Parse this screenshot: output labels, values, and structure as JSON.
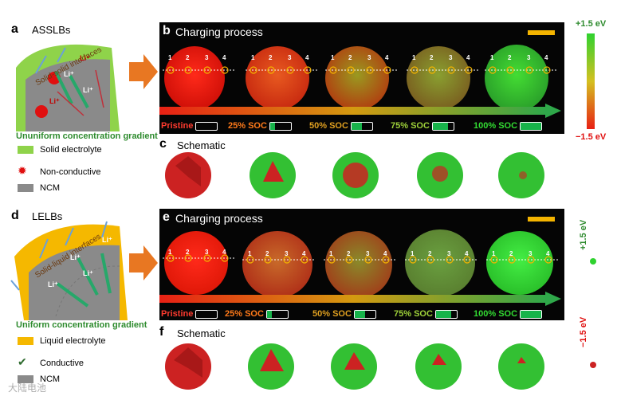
{
  "top": {
    "a_label": "a",
    "a_title": "ASSLBs",
    "interface_text": "Solid-solid interfaces",
    "li_marks": [
      "Li⁺",
      "Li⁺",
      "Li⁺",
      "Li⁺"
    ],
    "gradient_text": "Ununiform concentration gradient",
    "legend": [
      "Solid electrolyte",
      "Non-conductive",
      "NCM"
    ],
    "b_label": "b",
    "b_title": "Charging process",
    "c_label": "c",
    "c_title": "Schematic",
    "colorbar": {
      "max": "+1.5 eV",
      "min": "−1.5 eV"
    }
  },
  "bottom": {
    "d_label": "d",
    "d_title": "LELBs",
    "interface_text": "Solid-liquid interfaces",
    "li_marks": [
      "Li⁺",
      "Li⁺",
      "Li⁺",
      "Li⁺"
    ],
    "gradient_text": "Uniform concentration gradient",
    "legend": [
      "Liquid electrolyte",
      "Conductive",
      "NCM"
    ],
    "e_label": "e",
    "e_title": "Charging process",
    "f_label": "f",
    "f_title": "Schematic",
    "colorbar": {
      "max": "+1.5 eV",
      "min": "−1.5 eV"
    }
  },
  "soc_steps": [
    {
      "label": "Pristine",
      "color": "#ff3b2f",
      "fill": 0
    },
    {
      "label": "25% SOC",
      "color": "#ff7a1a",
      "fill": 0.25
    },
    {
      "label": "50% SOC",
      "color": "#e0a020",
      "fill": 0.5
    },
    {
      "label": "75% SOC",
      "color": "#9fd23a",
      "fill": 0.75
    },
    {
      "label": "100% SOC",
      "color": "#33dd33",
      "fill": 1.0
    }
  ],
  "tick_numbers": [
    "1",
    "2",
    "3",
    "4"
  ],
  "colors": {
    "red": "#e82014",
    "green": "#2fd22f",
    "solid_electrolyte": "#8fd34a",
    "liquid_electrolyte": "#f5b800",
    "arrow": "#e87722"
  },
  "watermark": "大陆电池"
}
